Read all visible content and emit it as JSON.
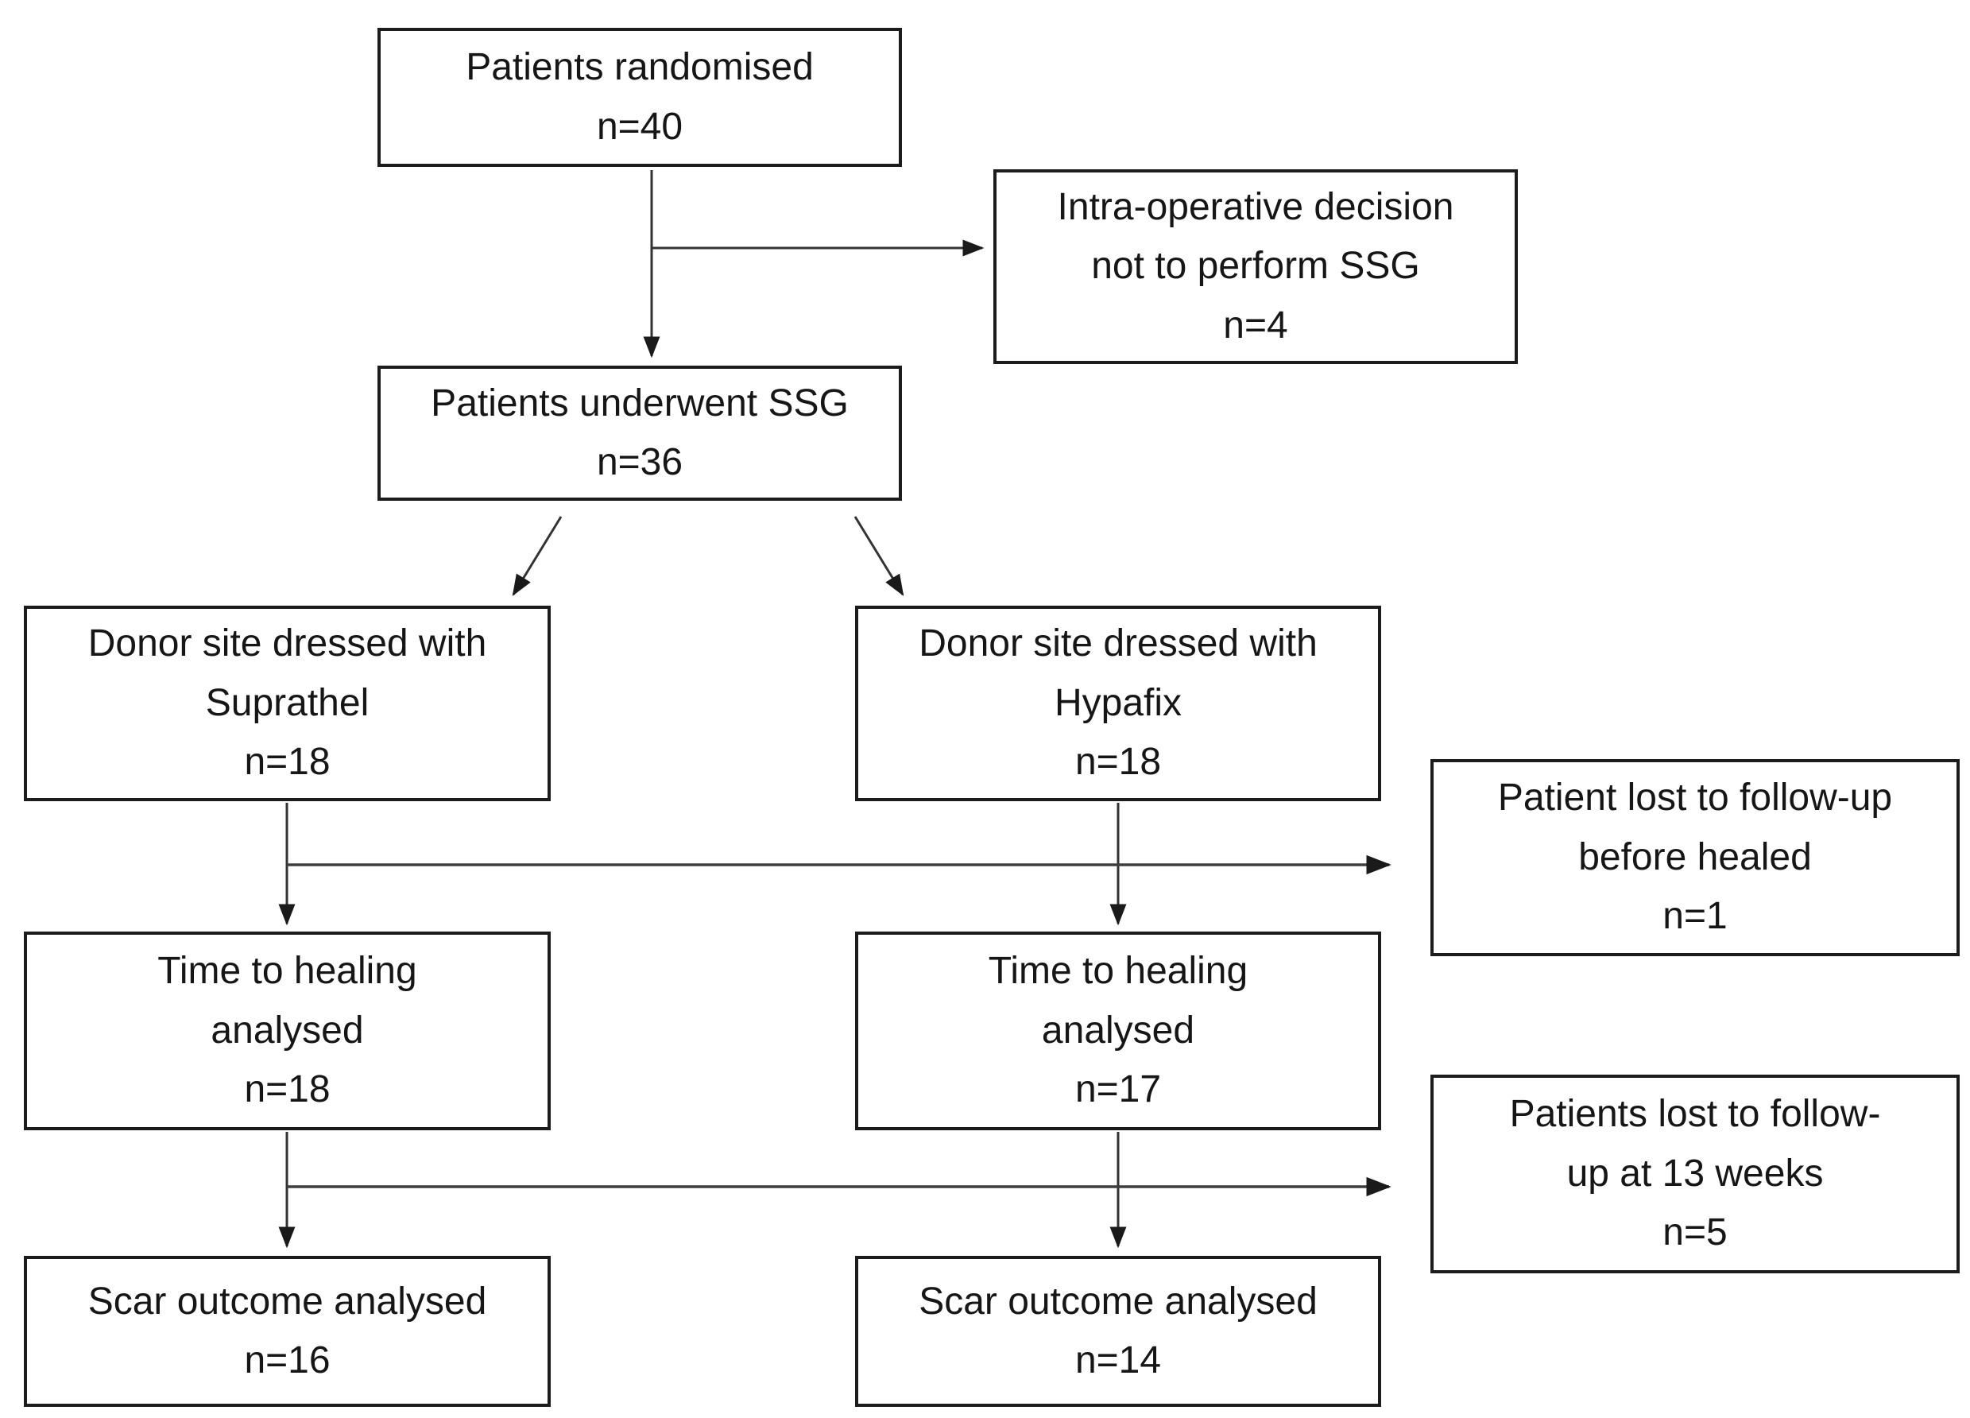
{
  "diagram": {
    "type": "consort-patient-flowchart",
    "colors": {
      "background": "#ffffff",
      "box_border": "#1c1c1c",
      "text": "#161616",
      "connector_line": "#3d3d3d",
      "arrowhead": "#1a1a1a"
    },
    "boxes": {
      "randomised": {
        "lines": [
          "Patients randomised",
          "n=40"
        ]
      },
      "intraop": {
        "lines": [
          "Intra-operative decision",
          "not to perform SSG",
          "n=4"
        ]
      },
      "underwent": {
        "lines": [
          "Patients underwent SSG",
          "n=36"
        ]
      },
      "suprathel": {
        "lines": [
          "Donor site dressed with",
          "Suprathel",
          "n=18"
        ]
      },
      "hypafix": {
        "lines": [
          "Donor site dressed with",
          "Hypafix",
          "n=18"
        ]
      },
      "lost_before_healed": {
        "lines": [
          "Patient lost to follow-up",
          "before healed",
          "n=1"
        ]
      },
      "time_suprathel": {
        "lines": [
          "Time to healing",
          "analysed",
          "n=18"
        ]
      },
      "time_hypafix": {
        "lines": [
          "Time to healing",
          "analysed",
          "n=17"
        ]
      },
      "lost_13_weeks": {
        "lines": [
          "Patients lost to follow-",
          "up at 13 weeks",
          "n=5"
        ]
      },
      "scar_suprathel": {
        "lines": [
          "Scar outcome analysed",
          "n=16"
        ]
      },
      "scar_hypafix": {
        "lines": [
          "Scar outcome analysed",
          "n=14"
        ]
      }
    }
  }
}
